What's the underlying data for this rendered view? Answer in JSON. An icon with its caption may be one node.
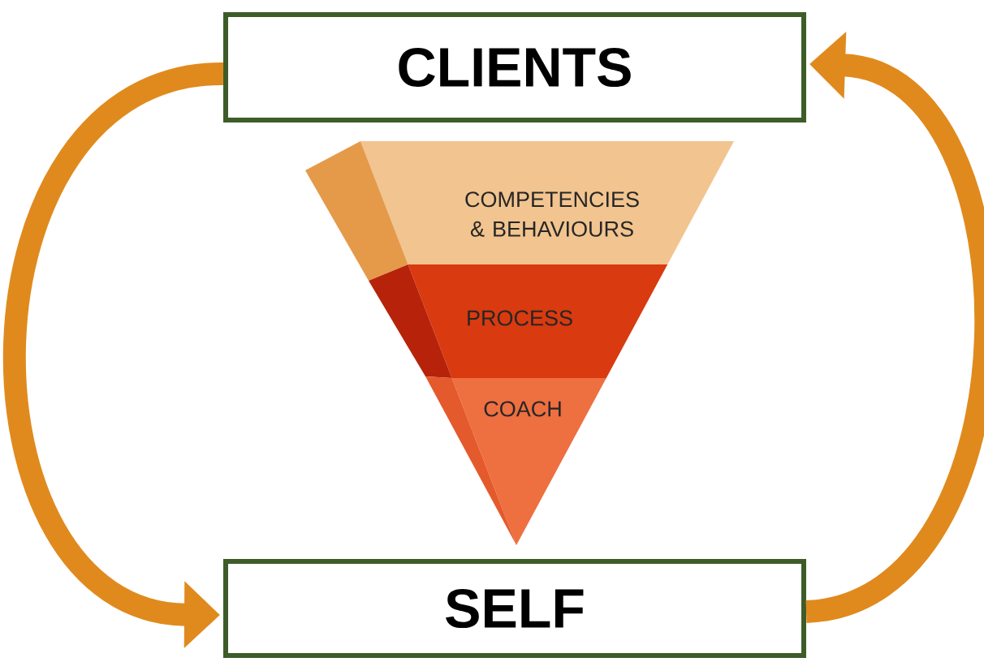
{
  "diagram": {
    "nodes": [
      {
        "text": [
          "CLIENTS"
        ]
      },
      {
        "text": [
          "SELF"
        ]
      },
      {
        "text": [
          "COMPETENCIES & BEHAVIOURS"
        ]
      },
      {
        "text": [
          "PROCESS"
        ]
      },
      {
        "text": [
          "COACH"
        ]
      }
    ],
    "edges": [
      {
        "from": 0,
        "to": 1,
        "arrow": "to"
      },
      {
        "from": 1,
        "to": 0,
        "arrow": "to"
      }
    ]
  }
}
